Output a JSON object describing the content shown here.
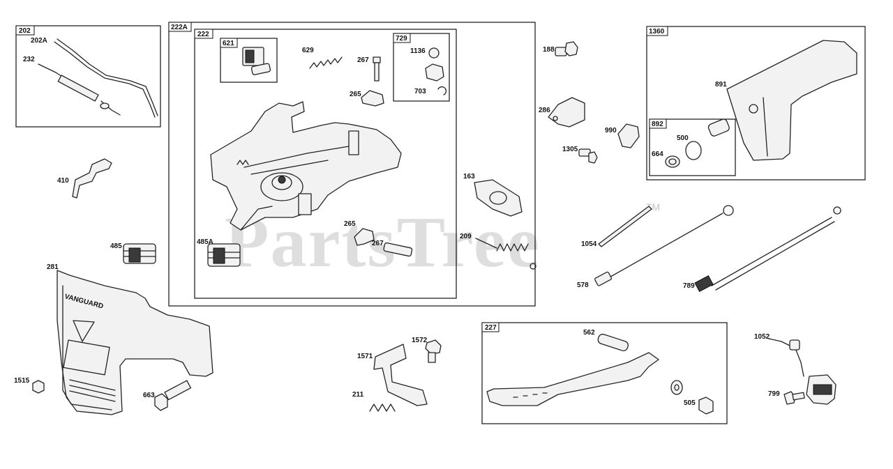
{
  "watermark": {
    "text": "PartsTree",
    "trademark": "TM"
  },
  "groups": [
    {
      "id": "202"
    },
    {
      "id": "222A"
    },
    {
      "id": "222"
    },
    {
      "id": "621"
    },
    {
      "id": "729"
    },
    {
      "id": "1360"
    },
    {
      "id": "892"
    },
    {
      "id": "227"
    }
  ],
  "labels": {
    "p202A": "202A",
    "p232": "232",
    "p410": "410",
    "p485": "485",
    "p281": "281",
    "p1515": "1515",
    "p663": "663",
    "p629": "629",
    "p267a": "267",
    "p1136": "1136",
    "p703": "703",
    "p265a": "265",
    "p485A": "485A",
    "p265b": "265",
    "p267b": "267",
    "p163": "163",
    "p209": "209",
    "p188": "188",
    "p286": "286",
    "p990": "990",
    "p1305": "1305",
    "p891": "891",
    "p500": "500",
    "p664": "664",
    "p1054": "1054",
    "p578": "578",
    "p789": "789",
    "p1571": "1571",
    "p1572": "1572",
    "p211": "211",
    "p562": "562",
    "p505": "505",
    "p1052": "1052",
    "p799": "799",
    "brand": "VANGUARD"
  }
}
